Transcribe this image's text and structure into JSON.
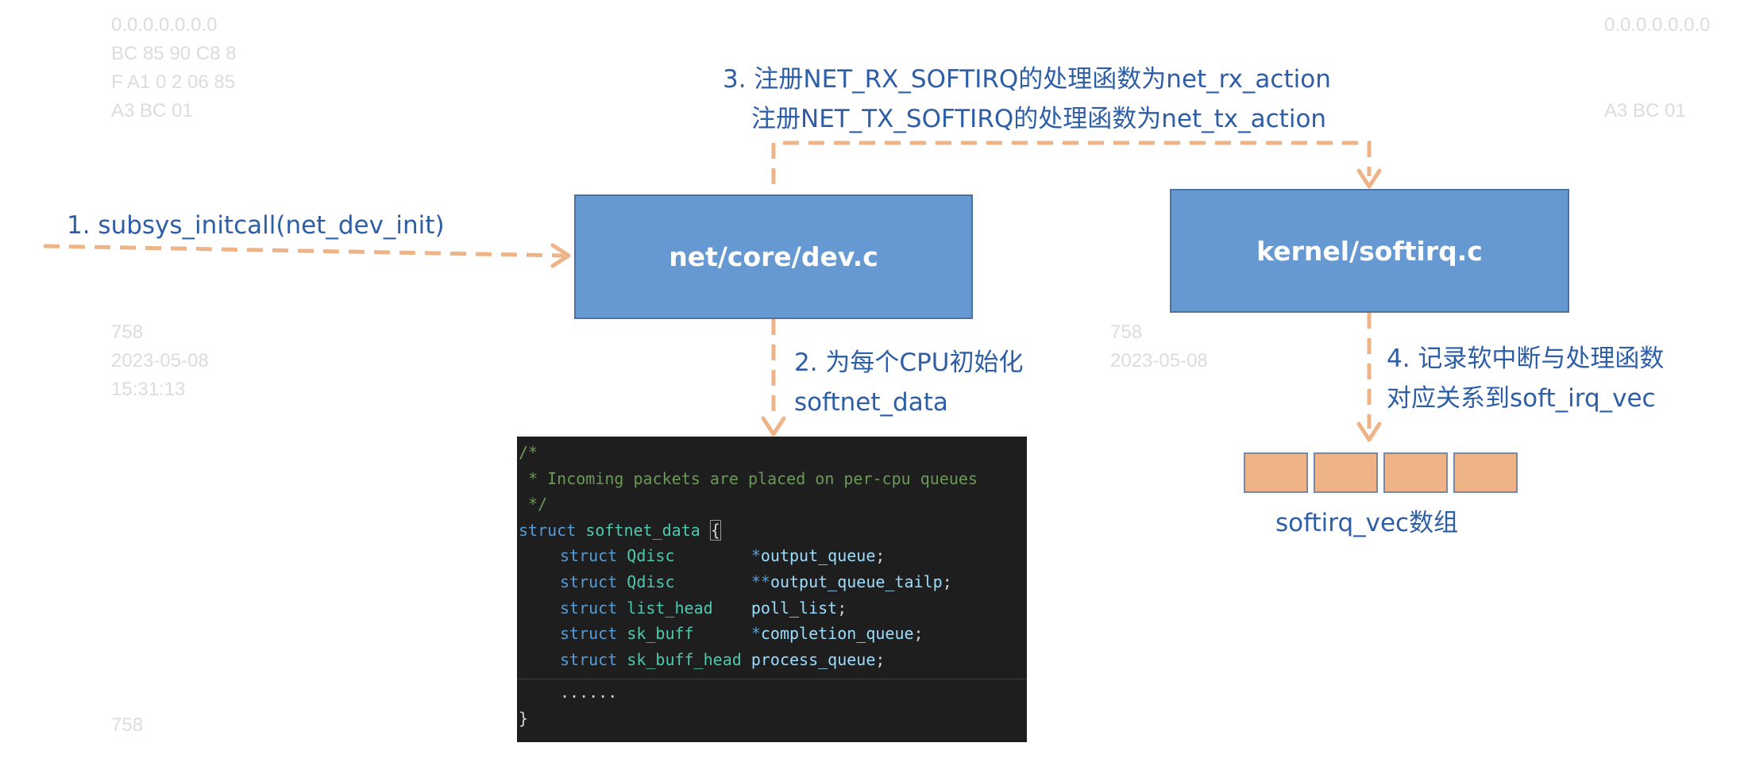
{
  "boxes": {
    "dev": "net/core/dev.c",
    "softirq": "kernel/softirq.c"
  },
  "labels": {
    "step1": "1. subsys_initcall(net_dev_init)",
    "step2_line1": "2. 为每个CPU初始化",
    "step2_line2": "softnet_data",
    "step3_line1": "3. 注册NET_RX_SOFTIRQ的处理函数为net_rx_action",
    "step3_line2": "注册NET_TX_SOFTIRQ的处理函数为net_tx_action",
    "step4_line1": "4. 记录软中断与处理函数",
    "step4_line2": "对应关系到soft_irq_vec",
    "array_caption": "softirq_vec数组"
  },
  "code": {
    "comment_open": "/*",
    "comment_body": " * Incoming packets are placed on per-cpu queues",
    "comment_close": " */",
    "struct_kw": "struct",
    "struct_name": "softnet_data",
    "open_brace": "{",
    "fields": [
      {
        "kw": "struct",
        "type": "Qdisc",
        "ptr": "*",
        "name": "output_queue",
        "end": ";"
      },
      {
        "kw": "struct",
        "type": "Qdisc",
        "ptr": "**",
        "name": "output_queue_tailp",
        "end": ";"
      },
      {
        "kw": "struct",
        "type": "list_head",
        "ptr": "",
        "name": "poll_list",
        "end": ";"
      },
      {
        "kw": "struct",
        "type": "sk_buff",
        "ptr": "*",
        "name": "completion_queue",
        "end": ";"
      },
      {
        "kw": "struct",
        "type": "sk_buff_head",
        "ptr": "",
        "name": "process_queue",
        "end": ";"
      }
    ],
    "ellipsis": "......",
    "close_brace": "}"
  },
  "array_cells": 4,
  "colors": {
    "box_fill": "#6699d1",
    "arrow": "#eeb488",
    "label_text": "#2d5ea6",
    "code_bg": "#1e1e1e"
  },
  "background_text": [
    "0.0.0.0.0.0.0",
    "BC 85 90 C8 8",
    "F A1 0 2 06 85",
    "A3 BC 01",
    "758",
    "2023-05-08",
    "15:31:13"
  ]
}
